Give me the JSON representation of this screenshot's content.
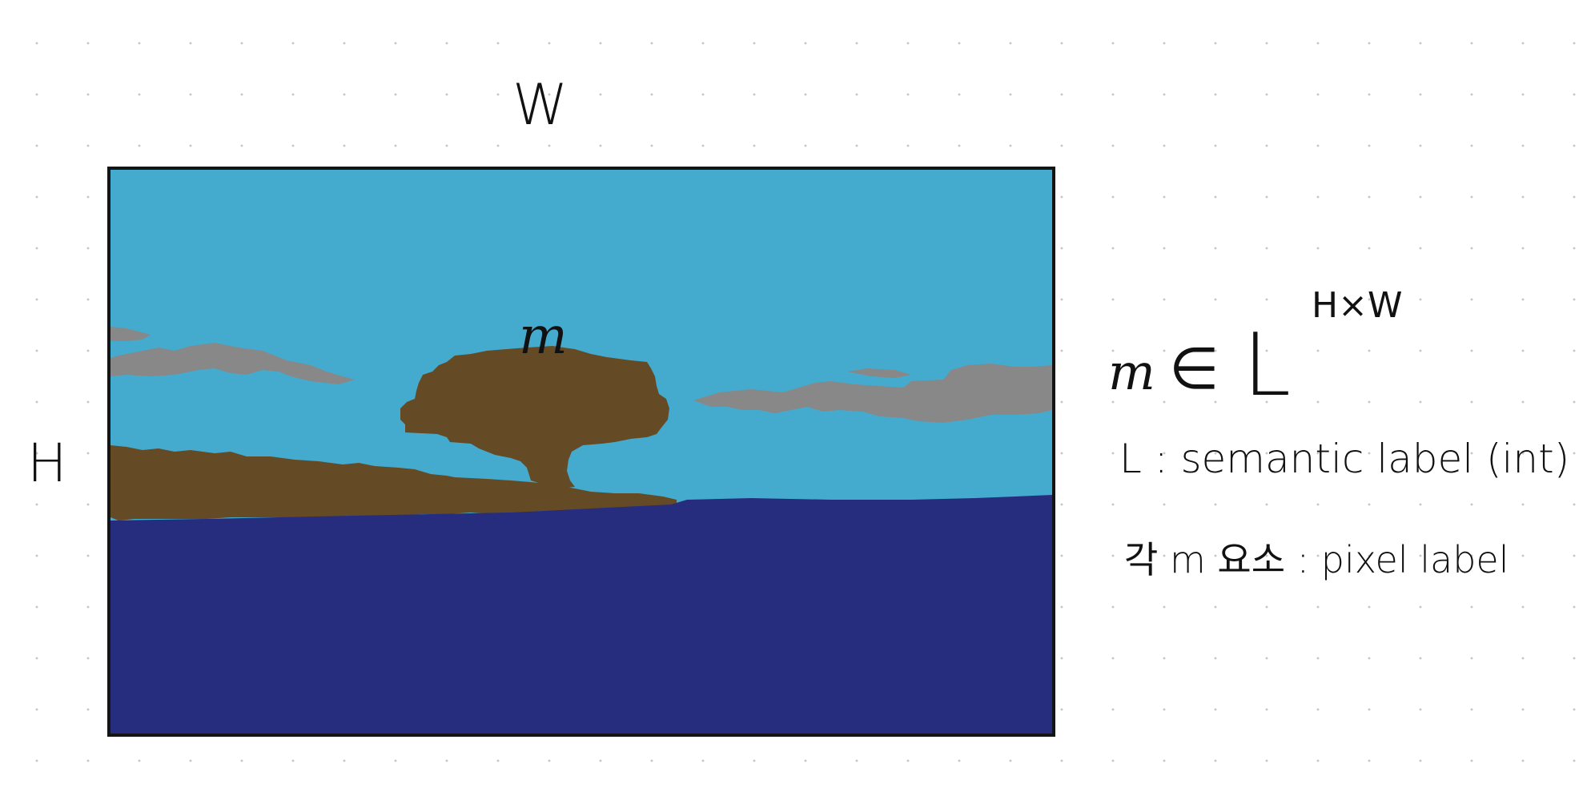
{
  "labels": {
    "width": "W",
    "height": "H",
    "map_symbol": "m"
  },
  "formula": {
    "var": "m",
    "relation": "∈",
    "set": "L",
    "exponent": "H×W"
  },
  "notes": {
    "label_definition": "L : semantic label (int)",
    "element_definition": "각 m 요소 : pixel label"
  },
  "segmentation_classes": [
    {
      "name": "sky",
      "color": "#45abce"
    },
    {
      "name": "cloud",
      "color": "#888888"
    },
    {
      "name": "tree",
      "color": "#654b25"
    },
    {
      "name": "ground",
      "color": "#654b25"
    },
    {
      "name": "sea",
      "color": "#262d7e"
    }
  ],
  "colors": {
    "frame_border": "#141414",
    "ink": "#111111"
  }
}
